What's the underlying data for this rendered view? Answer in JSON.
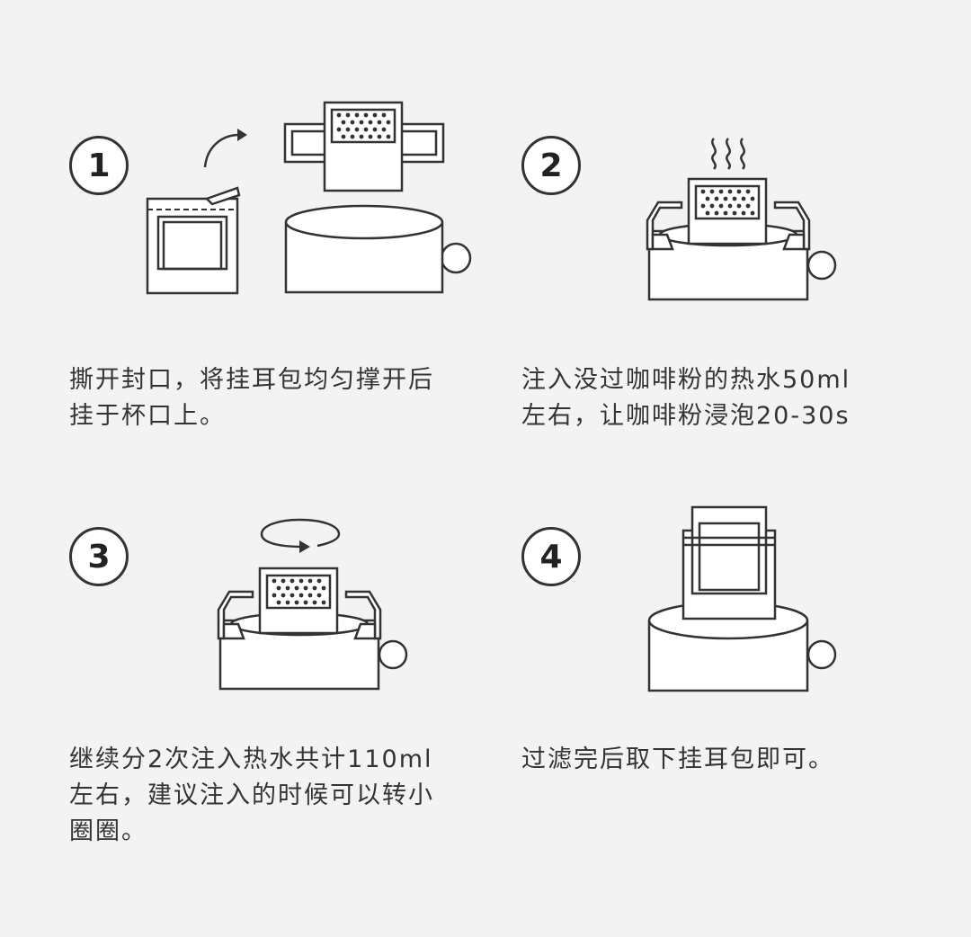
{
  "steps": [
    {
      "number": "1",
      "caption": "撕开封口，将挂耳包均匀撑开后\n挂于杯口上。"
    },
    {
      "number": "2",
      "caption": "注入没过咖啡粉的热水50ml\n左右，让咖啡粉浸泡20-30s"
    },
    {
      "number": "3",
      "caption": "继续分2次注入热水共计110ml\n左右，建议注入的时候可以转小\n圈圈。"
    },
    {
      "number": "4",
      "caption": "过滤完后取下挂耳包即可。"
    }
  ],
  "colors": {
    "background": "#f3f3f3",
    "line": "#333333",
    "fill": "#ffffff"
  },
  "icons": [
    "open-packet-icon",
    "curved-arrow-icon",
    "drip-bag-icon",
    "cup-icon",
    "steam-icon",
    "bag-on-cup-icon",
    "rotation-arrow-icon",
    "lift-bag-icon"
  ]
}
